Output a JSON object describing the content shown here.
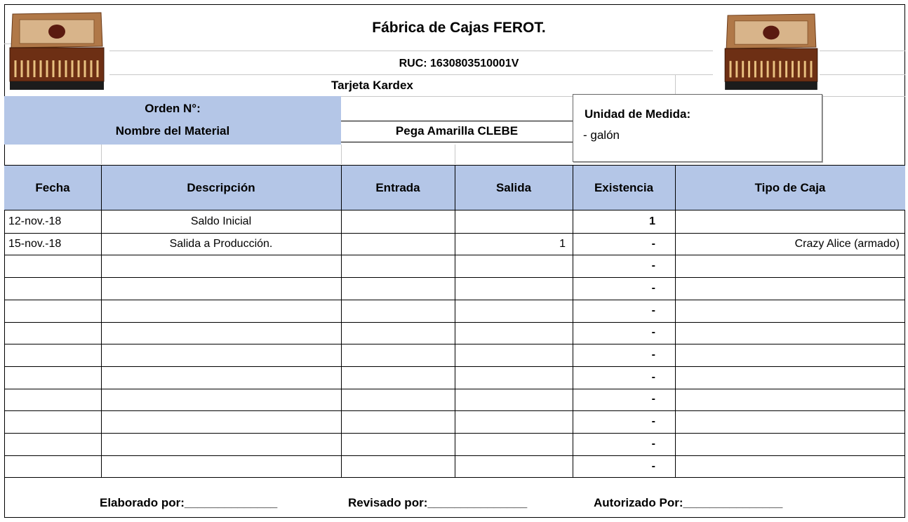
{
  "header": {
    "company": "Fábrica de Cajas FEROT.",
    "ruc": "RUC: 1630803510001V",
    "card_title": "Tarjeta Kardex"
  },
  "info": {
    "order_label": "Orden N°:",
    "order_value": "",
    "material_label": "Nombre del Material",
    "material_value": "Pega Amarilla CLEBE",
    "unit_label": "Unidad de Medida:",
    "unit_value": "- galón"
  },
  "table": {
    "columns": [
      "Fecha",
      "Descripción",
      "Entrada",
      "Salida",
      "Existencia",
      "Tipo de Caja"
    ],
    "rows": [
      [
        "12-nov.-18",
        "Saldo Inicial",
        "",
        "",
        "1",
        ""
      ],
      [
        "15-nov.-18",
        "Salida a Producción.",
        "",
        "1",
        "-",
        "Crazy Alice (armado)"
      ],
      [
        "",
        "",
        "",
        "",
        "-",
        ""
      ],
      [
        "",
        "",
        "",
        "",
        "-",
        ""
      ],
      [
        "",
        "",
        "",
        "",
        "-",
        ""
      ],
      [
        "",
        "",
        "",
        "",
        "-",
        ""
      ],
      [
        "",
        "",
        "",
        "",
        "-",
        ""
      ],
      [
        "",
        "",
        "",
        "",
        "-",
        ""
      ],
      [
        "",
        "",
        "",
        "",
        "-",
        ""
      ],
      [
        "",
        "",
        "",
        "",
        "-",
        ""
      ],
      [
        "",
        "",
        "",
        "",
        "-",
        ""
      ],
      [
        "",
        "",
        "",
        "",
        "-",
        ""
      ]
    ]
  },
  "footer": {
    "prepared": "Elaborado por:______________",
    "reviewed": "Revisado por:_______________",
    "authorized": "Autorizado Por:_______________"
  },
  "colors": {
    "header_fill": "#b4c6e7",
    "cigar_box_wood": "#7a3a1c"
  },
  "icons": [
    "cigar-box-image-left",
    "cigar-box-image-right"
  ]
}
